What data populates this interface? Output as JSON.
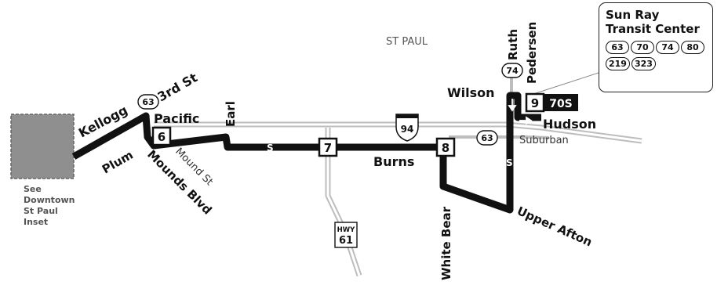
{
  "city_label": "ST PAUL",
  "inset_note": [
    "See",
    "Downtown",
    "St Paul",
    "Inset"
  ],
  "streets": {
    "kellogg": "Kellogg",
    "third_st": "3rd St",
    "pacific": "Pacific",
    "earl": "Earl",
    "plum": "Plum",
    "mounds_blvd": "Mounds Blvd",
    "mound_st": "Mound St",
    "burns": "Burns",
    "white_bear": "White Bear",
    "upper_afton": "Upper Afton",
    "wilson": "Wilson",
    "ruth": "Ruth",
    "pedersen": "Pedersen",
    "hudson": "Hudson",
    "suburban": "Suburban"
  },
  "highways": {
    "i94": "94",
    "hwy61_label": "HWY",
    "hwy61_num": "61"
  },
  "route_shields": {
    "kellogg_63": "63",
    "ruth_74": "74",
    "suburban_63": "63"
  },
  "stops": [
    "6",
    "7",
    "8",
    "9"
  ],
  "stop_9_route": "70S",
  "s_markers": [
    "S",
    "S"
  ],
  "transit_center": {
    "title_line1": "Sun Ray",
    "title_line2": "Transit Center",
    "routes": [
      "63",
      "70",
      "74",
      "80",
      "219",
      "323"
    ]
  },
  "colors": {
    "route_line": "#111111",
    "road_gray": "#bdbdbd",
    "inset_fill": "#8f8f8f"
  }
}
